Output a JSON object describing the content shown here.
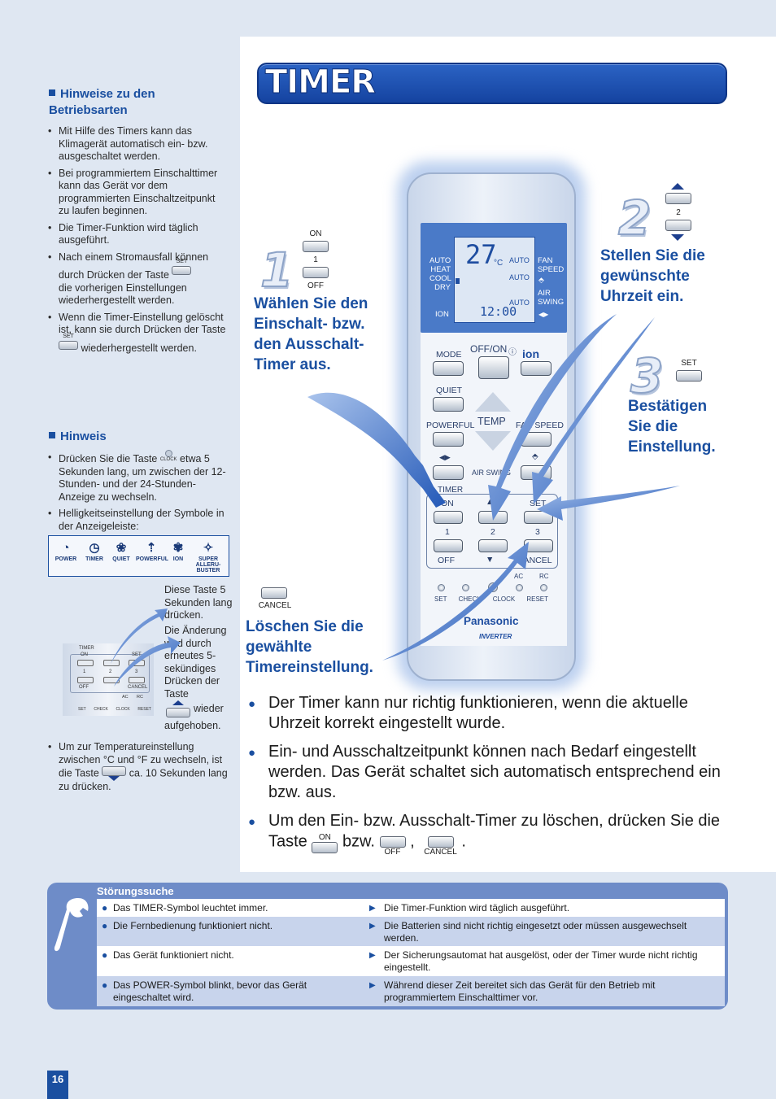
{
  "page_number": "16",
  "title": "TIMER",
  "left": {
    "modes": {
      "heading": "Hinweise zu den Betriebsarten",
      "items": [
        "Mit Hilfe des Timers kann das Klimagerät automatisch ein- bzw. ausgeschaltet werden.",
        "Bei programmiertem Einschalttimer kann das Gerät vor dem programmierten Einschaltzeitpunkt zu laufen beginnen.",
        "Die Timer-Funktion wird täglich ausgeführt.",
        "Nach einem Stromausfall können durch Drücken der Taste",
        "die vorherigen Einstellungen wiederhergestellt werden.",
        "Wenn die Timer-Einstellung gelöscht ist, kann sie durch Drücken der Taste",
        "wiederhergestellt werden."
      ],
      "set_label": "SET"
    },
    "note": {
      "heading": "Hinweis",
      "item1_a": "Drücken Sie die Taste",
      "item1_b": "etwa 5 Sekunden lang, um zwischen der 12-Stunden- und der 24-Stunden-Anzeige zu wechseln.",
      "clock_label": "CLOCK",
      "item2": "Helligkeitseinstellung der Symbole in der Anzeigeleiste:",
      "symbols": [
        "POWER",
        "TIMER",
        "QUIET",
        "POWERFUL",
        "ION",
        "SUPER ALLERU-BUSTER"
      ],
      "press_text": "Diese Taste 5 Sekunden lang drücken.",
      "change_text": "Die Änderung wird durch erneutes 5-sekündiges Drücken der Taste",
      "change_text2": "wieder aufgehoben.",
      "temp_a": "Um zur Temperatureinstellung zwischen °C und °F zu wechseln, ist die Taste",
      "temp_b": "ca. 10 Sekunden lang zu drücken.",
      "mini": {
        "timer": "TIMER",
        "on": "ON",
        "set": "SET",
        "one": "1",
        "two": "2",
        "three": "3",
        "off": "OFF",
        "cancel": "CANCEL",
        "ac": "AC",
        "rc": "RC",
        "b_set": "SET",
        "b_check": "CHECK",
        "b_clock": "CLOCK",
        "b_reset": "RESET"
      }
    }
  },
  "steps": {
    "s1": {
      "num": "1",
      "text": "Wählen Sie den Einschalt- bzw. den Ausschalt-Timer aus.",
      "on": "ON",
      "one": "1",
      "off": "OFF"
    },
    "s2": {
      "num": "2",
      "text": "Stellen Sie die gewünschte Uhrzeit ein.",
      "two": "2"
    },
    "s3": {
      "num": "3",
      "text": "Bestätigen Sie die Einstellung.",
      "set": "SET"
    },
    "cancel": {
      "label": "CANCEL",
      "text": "Löschen Sie die gewählte Timereinstellung."
    }
  },
  "remote": {
    "left_modes": [
      "AUTO",
      "HEAT",
      "COOL",
      "DRY"
    ],
    "ion": "ION",
    "lcd_temp": "27",
    "lcd_unit": "°C",
    "lcd_time": "12:00",
    "auto1": "AUTO",
    "auto2": "AUTO",
    "auto3": "AUTO",
    "fan_speed": "FAN SPEED",
    "air_swing": "AIR SWING",
    "mode": "MODE",
    "offon": "OFF/ON",
    "ion_btn": "ion",
    "quiet": "QUIET",
    "powerful": "POWERFUL",
    "temp": "TEMP",
    "fan_speed_btn": "FAN SPEED",
    "air_swing_btn": "AIR SWING",
    "timer": "TIMER",
    "on": "ON",
    "set": "SET",
    "one": "1",
    "two": "2",
    "three": "3",
    "off": "OFF",
    "cancel": "CANCEL",
    "ac": "AC",
    "rc": "RC",
    "b_set": "SET",
    "b_check": "CHECK",
    "b_clock": "CLOCK",
    "b_reset": "RESET",
    "brand": "Panasonic",
    "inverter": "INVERTER"
  },
  "main_bullets": {
    "b1": "Der Timer kann nur richtig funktionieren, wenn die aktuelle Uhrzeit korrekt eingestellt wurde.",
    "b2": "Ein- und Ausschaltzeitpunkt können nach Bedarf eingestellt werden. Das Gerät schaltet sich automatisch entsprechend ein bzw. aus.",
    "b3_a": "Um den Ein- bzw. Ausschalt-Timer zu löschen, drücken Sie die Taste",
    "b3_on": "ON",
    "b3_bzw": "bzw.",
    "b3_off": "OFF",
    "b3_comma": ",",
    "b3_cancel": "CANCEL",
    "b3_end": "."
  },
  "trouble": {
    "title": "Störungssuche",
    "rows": [
      {
        "problem": "Das TIMER-Symbol leuchtet immer.",
        "cause": "Die Timer-Funktion wird täglich ausgeführt."
      },
      {
        "problem": "Die Fernbedienung funktioniert nicht.",
        "cause": "Die Batterien sind nicht richtig eingesetzt oder müssen ausgewechselt werden."
      },
      {
        "problem": "Das Gerät funktioniert nicht.",
        "cause": "Der Sicherungsautomat hat ausgelöst, oder der Timer wurde nicht richtig eingestellt."
      },
      {
        "problem": "Das POWER-Symbol blinkt, bevor das Gerät eingeschaltet wird.",
        "cause": "Während dieser Zeit bereitet sich das Gerät für den Betrieb mit programmiertem Einschalttimer vor."
      }
    ]
  },
  "colors": {
    "accent": "#1a4fa0",
    "title_bar": "#1f55b5",
    "trouble_bg": "#6e8cc8",
    "page_bg": "#dfe7f2"
  }
}
